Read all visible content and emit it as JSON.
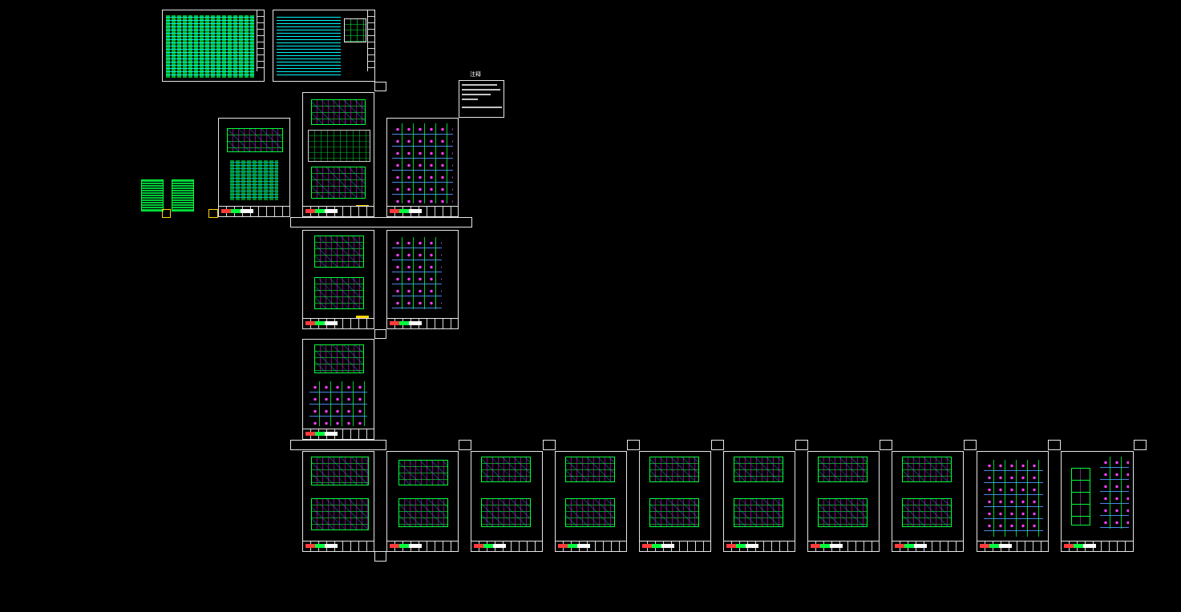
{
  "app": {
    "type": "CAD model space viewer",
    "background": "#000000"
  },
  "colors": {
    "sheet_border": "#e6e6e6",
    "line_green": "#00ff3c",
    "line_magenta": "#ff3bff",
    "line_cyan": "#00ffff",
    "accent_yellow": "#ffd400",
    "line_red": "#ff3b3b"
  },
  "note_box": {
    "title": "注释",
    "lines": [
      "",
      "",
      "",
      "",
      ""
    ]
  },
  "sheets": [
    {
      "id": "s1",
      "kind": "general-notes"
    },
    {
      "id": "s2",
      "kind": "general-details"
    },
    {
      "id": "s3",
      "kind": "site-plan"
    },
    {
      "id": "s4",
      "kind": "foundation-plan"
    },
    {
      "id": "s5",
      "kind": "column-details"
    },
    {
      "id": "s6",
      "kind": "floor-plan"
    },
    {
      "id": "s7",
      "kind": "column-details"
    },
    {
      "id": "s8",
      "kind": "plan-and-details"
    },
    {
      "id": "s9",
      "kind": "floor-plan"
    },
    {
      "id": "s10",
      "kind": "floor-plan"
    },
    {
      "id": "s11",
      "kind": "floor-plan"
    },
    {
      "id": "s12",
      "kind": "floor-plan"
    },
    {
      "id": "s13",
      "kind": "floor-plan"
    },
    {
      "id": "s14",
      "kind": "floor-plan"
    },
    {
      "id": "s15",
      "kind": "floor-plan"
    },
    {
      "id": "s16",
      "kind": "floor-plan"
    },
    {
      "id": "s17",
      "kind": "stair-details"
    },
    {
      "id": "s18",
      "kind": "section-details"
    }
  ]
}
